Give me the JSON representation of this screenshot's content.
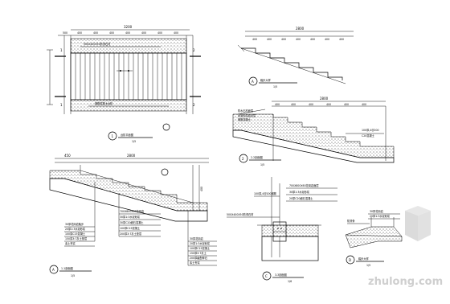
{
  "watermark": "zhulong.com",
  "plan": {
    "overall_dim": "3200",
    "sub_dims": [
      "400",
      "400",
      "400",
      "400",
      "400",
      "400",
      "400"
    ],
    "left_dim": "500",
    "section_marks": [
      "1",
      "1",
      "2",
      "2"
    ],
    "note_top": "500X400X50防滑石材",
    "note_mid": "钢筋混凝土台阶",
    "title_no": "1",
    "title": "台阶平面图",
    "scale": "1/5"
  },
  "step_detail": {
    "overall_dim": "2800",
    "sub_dims": [
      "400",
      "400",
      "400",
      "400",
      "400",
      "400",
      "400"
    ],
    "title_no": "A",
    "title": "踏步大样",
    "scale": "1/5"
  },
  "section22": {
    "overall_dim": "2800",
    "sub_dims": [
      "400",
      "400",
      "400",
      "400",
      "400",
      "400"
    ],
    "notes": [
      "防水石材面层",
      "水泥砂浆结合层",
      "钢筋混凝土"
    ],
    "right_notes": [
      "100厚,4@200",
      "C20混凝土"
    ],
    "title_no": "2",
    "title": "2-2剖面图",
    "scale": "1/5"
  },
  "section11": {
    "overall_dim": "2800",
    "left_dim": "450",
    "notes": [
      "30厚花岗岩踏步",
      "20厚1:3水泥砂浆",
      "100厚C15混凝土",
      "150厚3:7灰土垫层",
      "素土夯实"
    ],
    "mid_notes": [
      "700X800X60花岗岩",
      "30厚1:3水泥砂浆",
      "30厚C20细石混凝土",
      "100厚C15混凝土",
      "200厚3:7灰土垫层"
    ],
    "right_notes": [
      "30厚花岗岩",
      "20厚1:3水泥砂浆",
      "100厚C15混凝土",
      "150厚3:7灰土",
      "200厚级配碎石",
      "素土夯实"
    ],
    "title_no": "A",
    "title": "1-1剖面图",
    "scale": "1/5"
  },
  "section33": {
    "notes": [
      "100厚,4@200钢筋",
      "700X800X60花岗岩面层",
      "30厚1:3水泥砂浆",
      "20厚C20细石混凝土",
      "500X400X50防滑石材"
    ],
    "title_no": "C",
    "title": "3-3剖面图",
    "scale": "1/6"
  },
  "edge_detail": {
    "notes": [
      "30厚花岗岩",
      "20厚1:3水泥砂浆",
      "防滑条"
    ],
    "title_no": "D",
    "title": "踏步大样",
    "scale": "1/5"
  }
}
